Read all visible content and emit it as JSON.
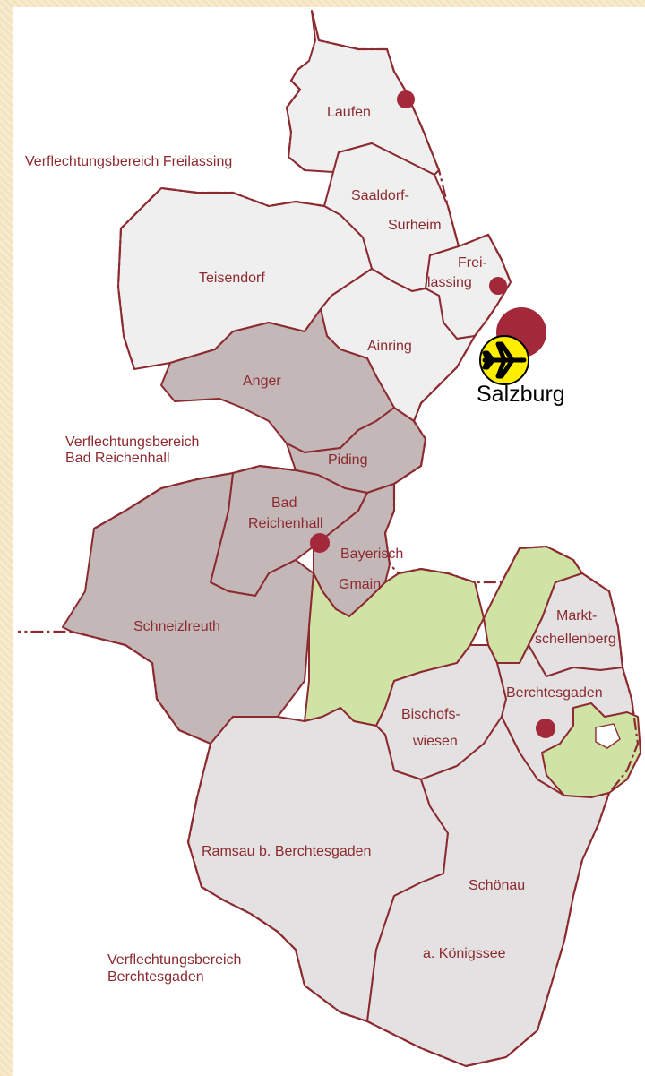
{
  "regions": {
    "freilassing": "Verflechtungsbereich Freilassing",
    "reichenhall": [
      "Verflechtungsbereich",
      "Bad Reichenhall"
    ],
    "berchtesgaden": [
      "Verflechtungsbereich",
      "Berchtesgaden"
    ]
  },
  "municipalities": {
    "laufen": "Laufen",
    "saaldorf": [
      "Saaldorf-",
      "Surheim"
    ],
    "freilassing": [
      "Frei-",
      "lassing"
    ],
    "teisendorf": "Teisendorf",
    "ainring": "Ainring",
    "anger": "Anger",
    "piding": "Piding",
    "bad_reichenhall": [
      "Bad",
      "Reichenhall"
    ],
    "bayerisch_gmain": [
      "Bayerisch",
      "Gmain"
    ],
    "schneizlreuth": "Schneizlreuth",
    "marktschellenberg": [
      "Markt-",
      "schellenberg"
    ],
    "berchtesgaden": "Berchtesgaden",
    "bischofswiesen": [
      "Bischofs-",
      "wiesen"
    ],
    "ramsau": "Ramsau b. Berchtesgaden",
    "schoenau": [
      "Schönau",
      "a. Königssee"
    ]
  },
  "city": {
    "label": "Salzburg",
    "icon": "airport-icon"
  },
  "colors": {
    "light_region": "#efefef",
    "reichenhall_region": "#c3b7b8",
    "berchtesgaden_region": "#e3e1e2",
    "green_area": "#cfe3a5",
    "border": "#8c2a30",
    "dot": "#a3293a",
    "airport": "#ffee00"
  }
}
